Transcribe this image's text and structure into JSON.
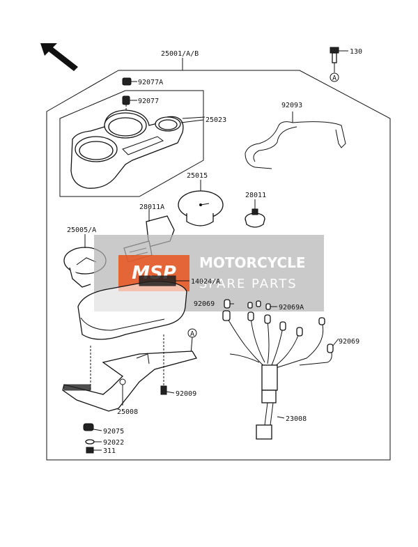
{
  "labels": {
    "p25001": "25001/A/B",
    "p130": "130",
    "pA_top": "A",
    "p92077A": "92077A",
    "p92077": "92077",
    "p25023": "25023",
    "p92093": "92093",
    "p25015": "25015",
    "p28011": "28011",
    "p28011A": "28011A",
    "p25005": "25005/A",
    "p14024": "14024/A",
    "p92069_l": "92069",
    "p92069A": "92069A",
    "p92069_r": "92069",
    "pA_bot": "A",
    "p92009": "92009",
    "p25008": "25008",
    "p23008": "23008",
    "p92075": "92075",
    "p92022": "92022",
    "p311": "311"
  },
  "watermark": {
    "logo": "MSP",
    "line1": "MOTORCYCLE",
    "line2": "SPARE PARTS",
    "accent": "#e8541e",
    "panel": "#b4b4b4"
  }
}
